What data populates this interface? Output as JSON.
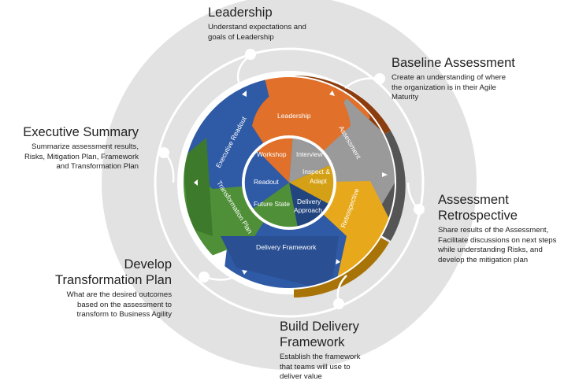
{
  "callouts": {
    "leadership": {
      "title": "Leadership",
      "lines": [
        "Understand expectations and",
        "goals of Leadership"
      ]
    },
    "baseline": {
      "title": "Baseline Assessment",
      "lines": [
        "Create an understanding of where",
        "the organization is in their Agile",
        "Maturity"
      ]
    },
    "retrospective": {
      "title_lines": [
        "Assessment",
        "Retrospective"
      ],
      "lines": [
        "Share results of the Assessment,",
        "Facilitate discussions on next steps",
        "while understanding Risks, and",
        "develop the mitigation plan"
      ]
    },
    "build": {
      "title_lines": [
        "Build Delivery",
        "Framework"
      ],
      "lines": [
        "Establish the framework",
        "that teams will use to",
        "deliver value"
      ]
    },
    "develop": {
      "title_lines": [
        "Develop",
        "Transformation Plan"
      ],
      "lines": [
        "What are the desired outcomes",
        "based on the assessment to",
        "transform to Business Agility"
      ]
    },
    "executive": {
      "title": "Executive Summary",
      "lines": [
        "Summarize assessment results,",
        "Risks, Mitigation Plan, Framework",
        "and Transformation Plan"
      ]
    }
  },
  "wheel": {
    "outer_labels": {
      "leadership": "Leadership",
      "assessment": "Assessment",
      "retrospective": "Retrospective",
      "delivery_framework": "Delivery Framework",
      "transformation_plan": "Transformation Plan",
      "executive_readout": "Executive Readout"
    },
    "inner_labels": {
      "workshop": "Workshop",
      "interview": "Interview",
      "inspect_adapt": [
        "Inspect &",
        "Adapt"
      ],
      "delivery_approach": [
        "Delivery",
        "Approach"
      ],
      "future_state": "Future State",
      "readout": "Readout"
    }
  },
  "colors": {
    "ring_gray": "#e0e0e0",
    "orange": "#e0702a",
    "gray": "#8f8f8f",
    "gold": "#e7a91b",
    "blue": "#2f5aa6",
    "green": "#4f8f38",
    "darkblue": "#23457f",
    "navy": "#1f3d76"
  }
}
